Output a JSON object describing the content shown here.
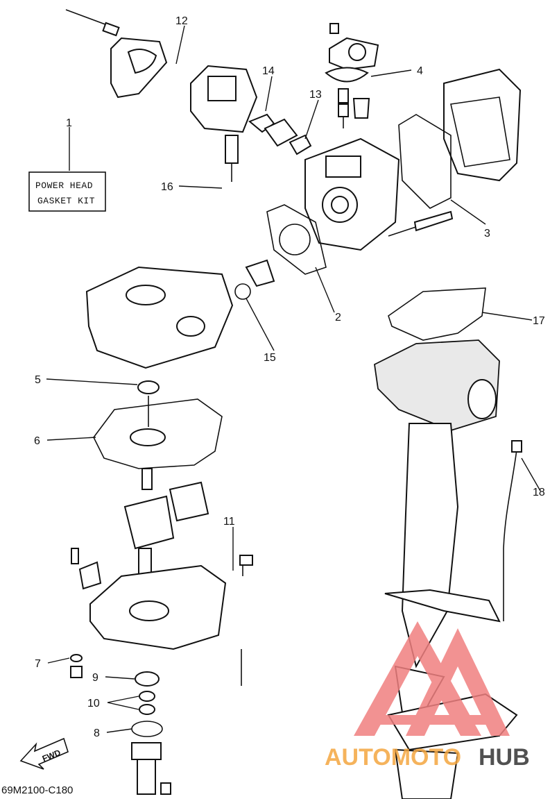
{
  "kit_label": {
    "line1": "POWER HEAD",
    "line2": "GASKET KIT"
  },
  "drawing_code": "69M2100-C180",
  "forward_arrow": {
    "label": "FWD"
  },
  "watermark": {
    "text_orange": "AUTOMOTO",
    "text_dark": "HUB",
    "logo_icon": "triangle-logo-icon",
    "colors": {
      "triangle": "#f08080",
      "orange": "#f4a640",
      "dark": "#333333"
    }
  },
  "callouts": [
    "1",
    "2",
    "3",
    "4",
    "5",
    "6",
    "7",
    "8",
    "9",
    "10",
    "11",
    "12",
    "13",
    "14",
    "15",
    "16",
    "17",
    "18"
  ]
}
